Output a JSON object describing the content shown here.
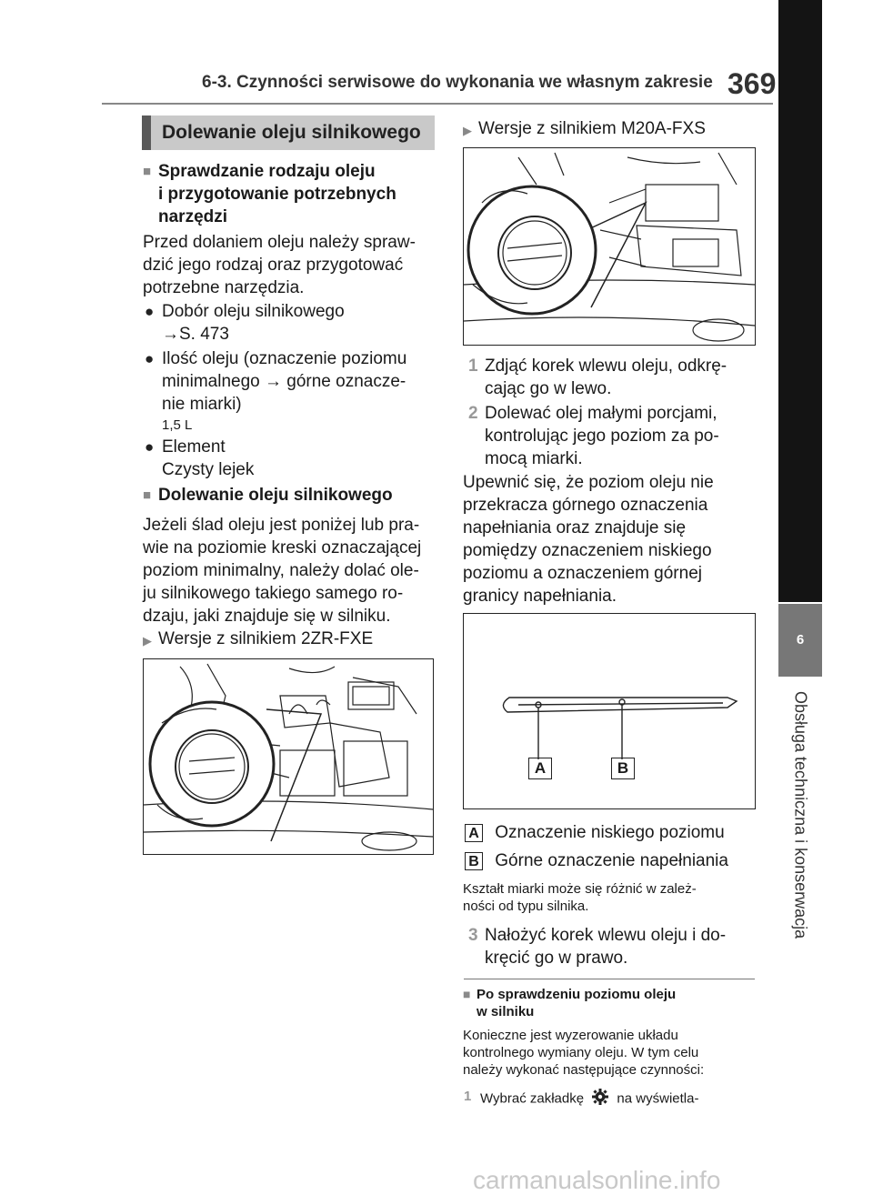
{
  "header": {
    "chapter_title": "6-3. Czynności serwisowe do wykonania we własnym zakresie",
    "page_number": "369"
  },
  "side_tab": {
    "chapter_number": "6",
    "chapter_name": "Obsługa techniczna i konserwacja"
  },
  "left": {
    "section_title": "Dolewanie oleju silnikowego",
    "sub1_line1": "Sprawdzanie rodzaju oleju",
    "sub1_line2": "i przygotowanie potrzebnych",
    "sub1_line3": "narzędzi",
    "para1": [
      "Przed dolaniem oleju należy spraw-",
      "dzić jego rodzaj oraz przygotować",
      "potrzebne narzędzia."
    ],
    "bullet1_line1": "Dobór oleju silnikowego",
    "bullet1_ref": "→S. 473",
    "bullet2": [
      "Ilość oleju (oznaczenie poziomu",
      "minimalnego → górne oznacze-",
      "nie miarki)"
    ],
    "bullet2_value": "1,5 L",
    "bullet3_line1": "Element",
    "bullet3_line2": "Czysty lejek",
    "sub2": "Dolewanie oleju silnikowego",
    "para2": [
      "Jeżeli ślad oleju jest poniżej lub pra-",
      "wie na poziomie kreski oznaczającej",
      "poziom minimalny, należy dolać ole-",
      "ju silnikowego takiego samego ro-",
      "dzaju, jaki znajduje się w silniku."
    ],
    "version1": "Wersje z silnikiem 2ZR-FXE"
  },
  "right": {
    "version2": "Wersje z silnikiem M20A-FXS",
    "step1_num": "1",
    "step1": [
      "Zdjąć korek wlewu oleju, odkrę-",
      "cając go w lewo."
    ],
    "step2_num": "2",
    "step2": [
      "Dolewać olej małymi porcjami,",
      "kontrolując jego poziom za po-",
      "mocą miarki."
    ],
    "para3": [
      "Upewnić się, że poziom oleju nie",
      "przekracza górnego oznaczenia",
      "napełniania oraz znajduje się",
      "pomiędzy oznaczeniem niskiego",
      "poziomu a oznaczeniem górnej",
      "granicy napełniania."
    ],
    "label_a": "A",
    "label_b": "B",
    "legend_a": "Oznaczenie niskiego poziomu",
    "legend_b": "Górne oznaczenie napełniania",
    "note": [
      "Kształt miarki może się różnić w zależ-",
      "ności od typu silnika."
    ],
    "step3_num": "3",
    "step3": [
      "Nałożyć korek wlewu oleju i do-",
      "kręcić go w prawo."
    ],
    "info_title_line1": "Po sprawdzeniu poziomu oleju",
    "info_title_line2": "w silniku",
    "info_para": [
      "Konieczne jest wyzerowanie układu",
      "kontrolnego wymiany oleju. W tym celu",
      "należy wykonać następujące czynności:"
    ],
    "info_step_num": "1",
    "info_step_before": "Wybrać zakładkę",
    "info_step_after": "na wyświetla-"
  },
  "watermark": "carmanualsonline.info"
}
